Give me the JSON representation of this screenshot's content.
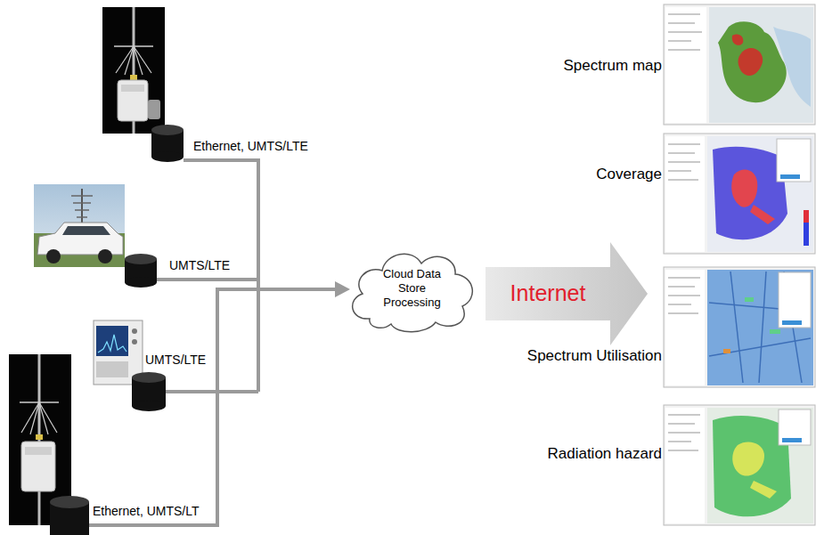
{
  "diagram": {
    "nodes": [
      {
        "text": [
          "Cloud Data Store Processing"
        ]
      },
      {
        "text": [
          "Internet"
        ]
      }
    ],
    "labels": [
      "Ethernet, UMTS/LTE",
      "UMTS/LTE",
      "UMTS/LTE",
      "Ethernet, UMTS/LT",
      "Spectrum map",
      "Coverage",
      "Spectrum Utilisation",
      "Radiation hazard"
    ]
  }
}
